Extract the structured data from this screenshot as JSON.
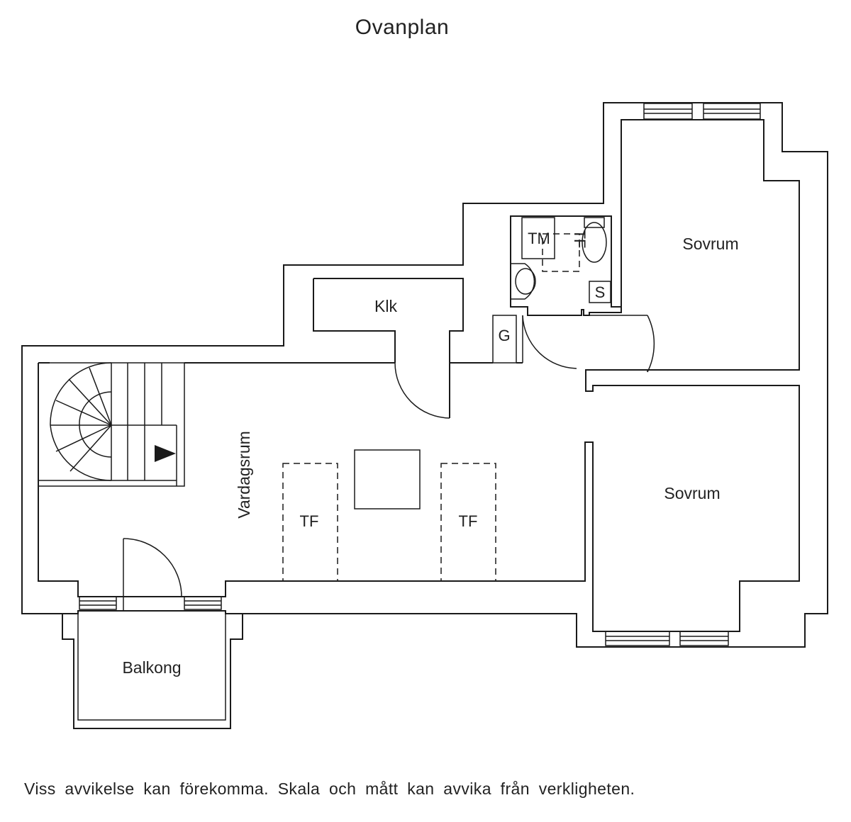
{
  "plan": {
    "title": "Ovanplan",
    "disclaimer": "Viss avvikelse kan förekomma. Skala och mått kan avvika från verkligheten."
  },
  "rooms": {
    "sovrum_upper": "Sovrum",
    "sovrum_lower": "Sovrum",
    "vardagsrum": "Vardagsrum",
    "klk": "Klk",
    "balkong": "Balkong"
  },
  "fixtures": {
    "tm": "TM",
    "tf_bath": "TF",
    "s": "S",
    "g": "G",
    "tf_left": "TF",
    "tf_right": "TF"
  },
  "colors": {
    "line": "#1a1a1a",
    "text": "#222222",
    "background": "#ffffff"
  }
}
